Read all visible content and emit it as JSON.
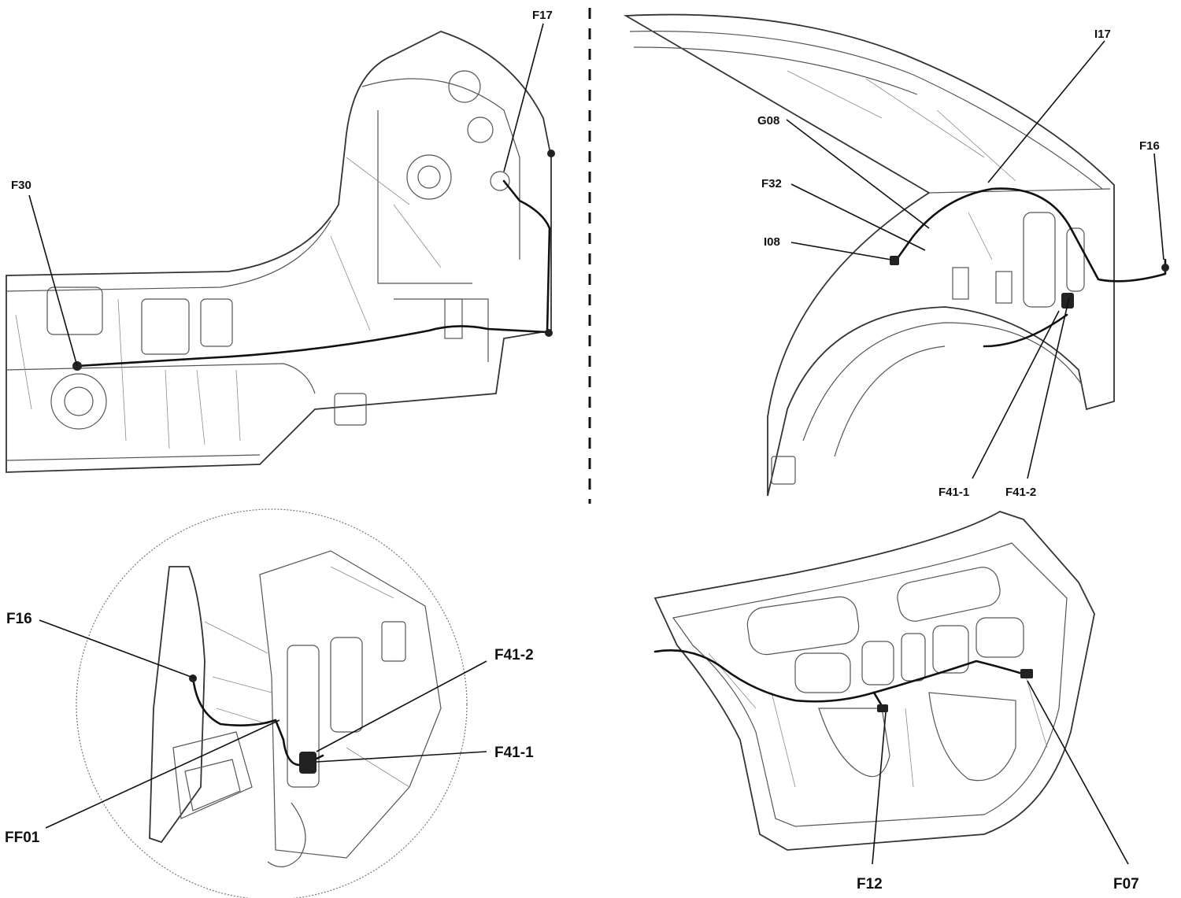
{
  "labels": {
    "f30": "F30",
    "f17": "F17",
    "i17": "I17",
    "g08": "G08",
    "f32": "F32",
    "i08": "I08",
    "f16_right": "F16",
    "f41_1_top": "F41-1",
    "f41_2_top": "F41-2",
    "f16_circle": "F16",
    "f41_2_circle": "F41-2",
    "f41_1_circle": "F41-1",
    "ff01": "FF01",
    "f12": "F12",
    "f07": "F07"
  }
}
